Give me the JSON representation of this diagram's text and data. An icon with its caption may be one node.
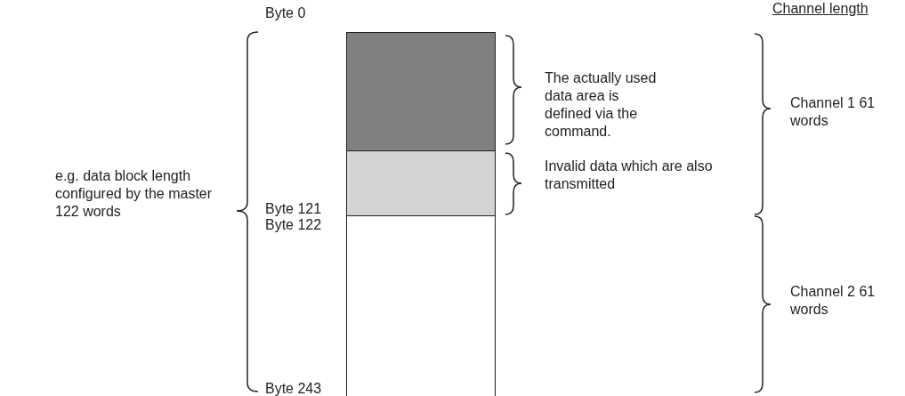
{
  "diagram": {
    "nodes": [
      {
        "text": [],
        "shape": "box"
      },
      {
        "text": [],
        "shape": "box"
      },
      {
        "text": [],
        "shape": "box"
      }
    ],
    "labels": [
      "Channel length",
      "Byte 0",
      "The actually used data area is defined via the command.",
      "Channel 1 61 words",
      "e.g. data block length configured by the master 122 words",
      "Invalid data which are also transmitted",
      "Byte 121",
      "Byte 122",
      "Channel 2 61 words",
      "Byte 243"
    ]
  }
}
